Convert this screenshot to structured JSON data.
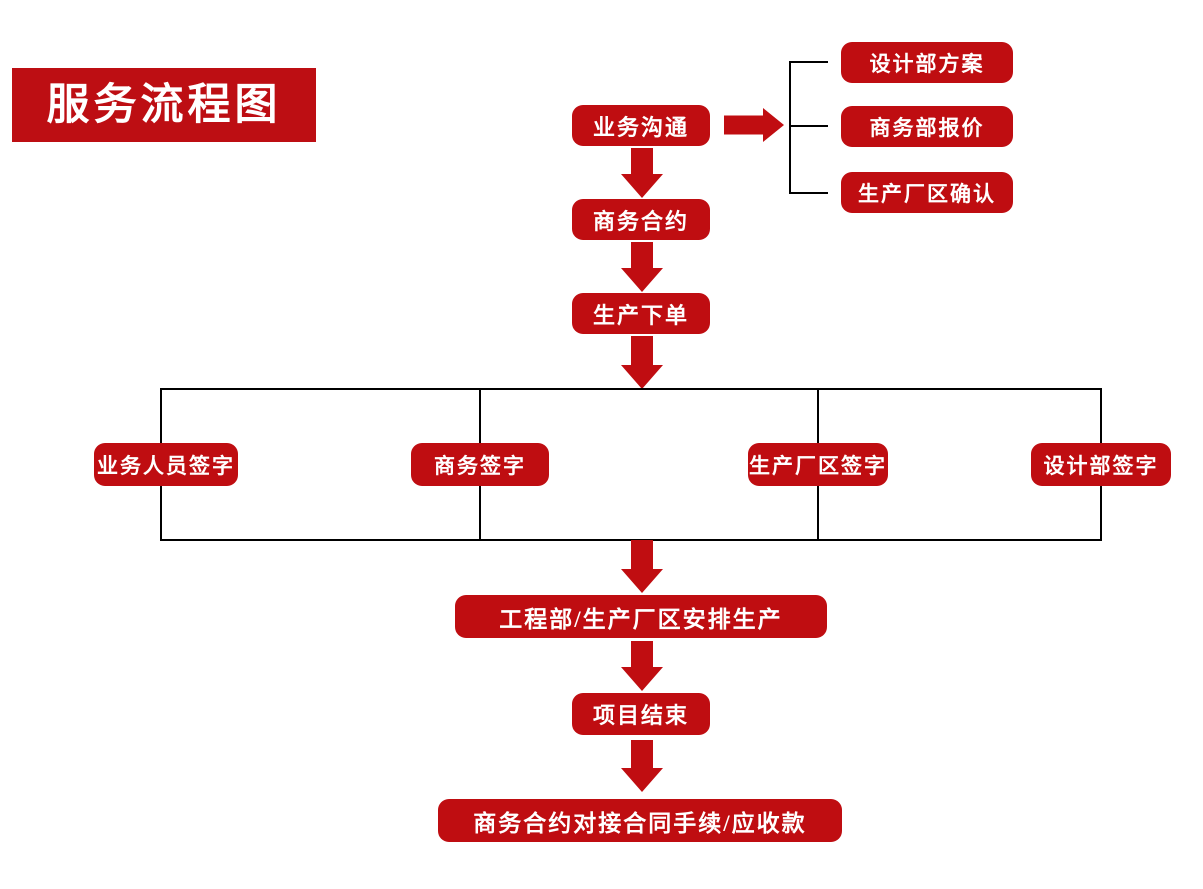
{
  "document": {
    "title": "服务流程图",
    "accent_color": "#bf0d11",
    "title_banner_color": "#bd0e13",
    "connector_color": "#000000",
    "text_color": "#ffffff",
    "background": "#ffffff"
  },
  "nodes": {
    "business_communication": "业务沟通",
    "design_dept_plan": "设计部方案",
    "business_dept_quote": "商务部报价",
    "factory_confirm": "生产厂区确认",
    "business_contract": "商务合约",
    "production_order": "生产下单",
    "sign_sales": "业务人员签字",
    "sign_business": "商务签字",
    "sign_factory": "生产厂区签字",
    "sign_design": "设计部签字",
    "arrange_production": "工程部/生产厂区安排生产",
    "project_end": "项目结束",
    "contract_handover": "商务合约对接合同手续/应收款"
  },
  "flow": {
    "steps": [
      "业务沟通",
      "商务合约",
      "生产下单",
      "工程部/生产厂区安排生产",
      "项目结束",
      "商务合约对接合同手续/应收款"
    ],
    "communication_branches": [
      "设计部方案",
      "商务部报价",
      "生产厂区确认"
    ],
    "signature_branches": [
      "业务人员签字",
      "商务签字",
      "生产厂区签字",
      "设计部签字"
    ]
  }
}
